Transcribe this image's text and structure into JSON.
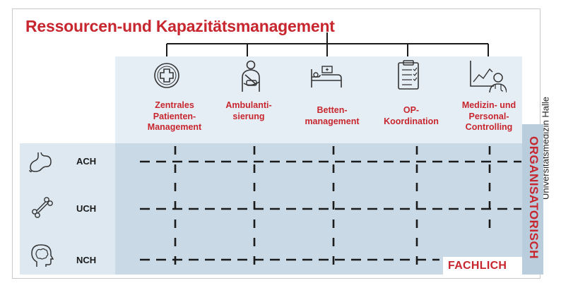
{
  "title": "Ressourcen-und Kapazitätsmanagement",
  "credit": "Universitätsmedizin Halle",
  "departments": [
    {
      "label": "Zentrales\nPatienten-\nManagement",
      "icon": "medical-cross-circle-icon"
    },
    {
      "label": "Ambulanti-\nsierung",
      "icon": "arm-sling-patient-icon"
    },
    {
      "label": "Betten-\nmanagement",
      "icon": "hospital-bed-icon"
    },
    {
      "label": "OP-\nKoordination",
      "icon": "clipboard-checklist-icon"
    },
    {
      "label": "Medizin- und\nPersonal-\nControlling",
      "icon": "chart-doctor-icon"
    }
  ],
  "units": [
    {
      "label": "ACH",
      "icon": "stomach-icon"
    },
    {
      "label": "UCH",
      "icon": "bone-icon"
    },
    {
      "label": "NCH",
      "icon": "brain-head-icon"
    }
  ],
  "axis_vertical": "ORGANISATORISCH",
  "axis_horizontal": "FACHLICH",
  "colors": {
    "accent": "#c8262e",
    "panel_light": "#e6eef5",
    "panel_mid": "#c9d9e6",
    "panel_dark": "#b9cddd",
    "line": "#1a1a1a"
  }
}
